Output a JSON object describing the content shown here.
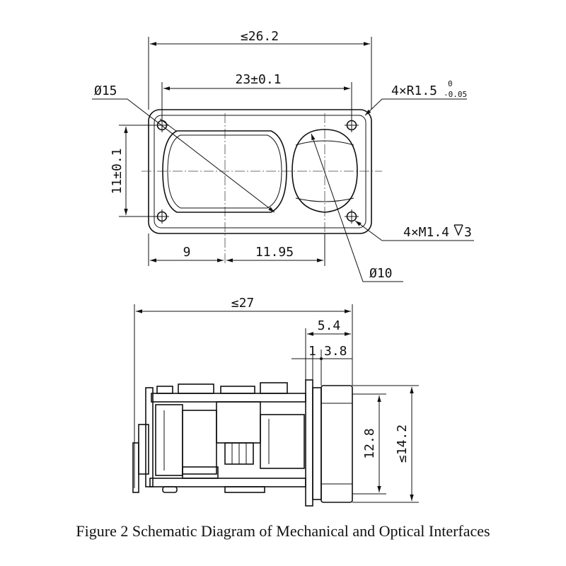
{
  "caption": "Figure 2 Schematic Diagram of Mechanical and Optical Interfaces",
  "front_view": {
    "overall_width": "≤26.2",
    "hole_spacing_h": "23±0.1",
    "hole_spacing_v": "11±0.1",
    "corner_radius_prefix": "4×R1.5",
    "corner_radius_tol_upper": "0",
    "corner_radius_tol_lower": "-0.05",
    "left_aperture_dia": "Ø15",
    "right_aperture_dia": "Ø10",
    "mount_holes": "4×M1.4",
    "mount_holes_depth": "3",
    "offset_left": "9",
    "offset_right": "11.95"
  },
  "side_view": {
    "overall_length": "≤27",
    "lens_depth": "5.4",
    "flange_offset_a": "1",
    "flange_offset_b": "3.8",
    "lens_height": "12.8",
    "total_height": "≤14.2"
  }
}
